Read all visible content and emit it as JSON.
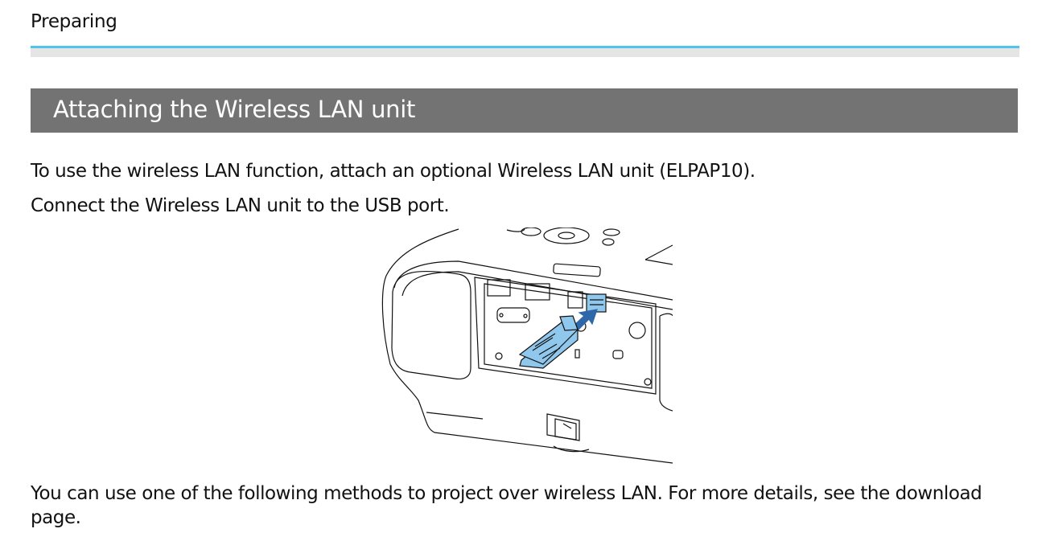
{
  "header": {
    "running_head": "Preparing"
  },
  "section": {
    "title": "Attaching the Wireless LAN unit"
  },
  "body": {
    "paragraph_1": "To use the wireless LAN function, attach an optional Wireless LAN unit (ELPAP10).",
    "paragraph_2": "Connect the Wireless LAN unit to the USB port.",
    "paragraph_3": "You can use one of the following methods to project over wireless LAN. For more details, see the download page."
  },
  "colors": {
    "accent_rule": "#4ec4ef",
    "title_bar": "#737373",
    "highlight_blue": "#8fc8ec",
    "arrow_blue": "#2f68a8"
  }
}
